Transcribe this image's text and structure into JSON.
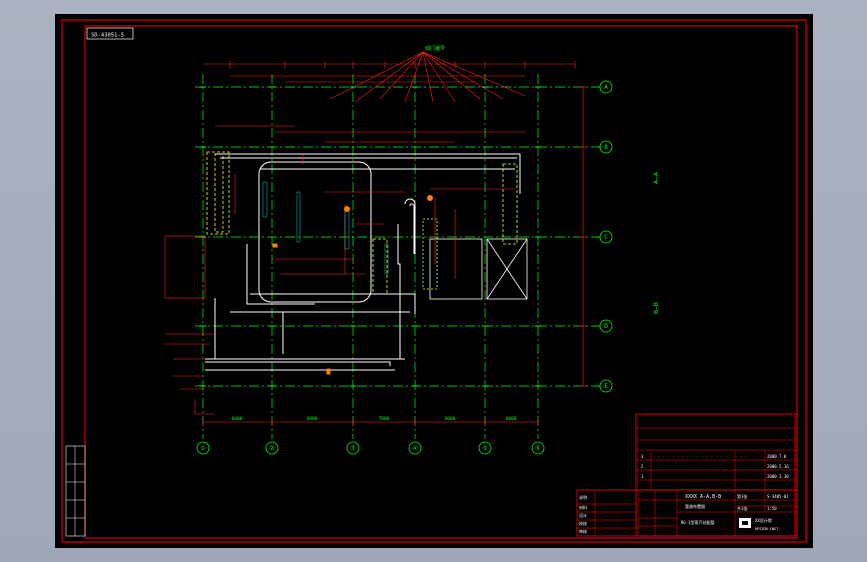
{
  "drawing": {
    "code_tag": "SD-43051-5",
    "section_aa_label": "A—A",
    "section_bb_label": "B—B",
    "valve_callout": "阀门编号",
    "row_axis_labels": [
      "A",
      "B",
      "C",
      "D",
      "E"
    ],
    "col_axis_labels": [
      "①",
      "②",
      "③",
      "④",
      "⑤",
      "⑥"
    ],
    "col_dims": [
      "6000",
      "6000",
      "7000",
      "6000",
      "6000"
    ],
    "colors": {
      "background": "#000000",
      "frame": "#ff0000",
      "axis": "#00ff00",
      "dimension": "#ff2020",
      "pipe": "#ffffff",
      "equipment": "#ffff00",
      "label": "#00ffff",
      "marker": "#ff8000"
    }
  },
  "title_block": {
    "drawing_title": "XXXX A-A,B-B",
    "drawing_sub": "管道布置图",
    "drawing_no": "S-3405-01",
    "scale": "1:50",
    "project": "BG-1型蒸汽站配管",
    "company_name": "XX设计院",
    "company_en": "DESIGN INST.",
    "revision_rows": [
      "3",
      "2",
      "1"
    ],
    "revision_dates": [
      "2000.7.8",
      "2000.5.16",
      "2000.3.30"
    ],
    "sheet_label": "第1张",
    "total_label": "共1张",
    "note_rows": [
      "说明",
      "材料",
      "设计",
      "校核",
      "审核",
      "批准"
    ]
  }
}
